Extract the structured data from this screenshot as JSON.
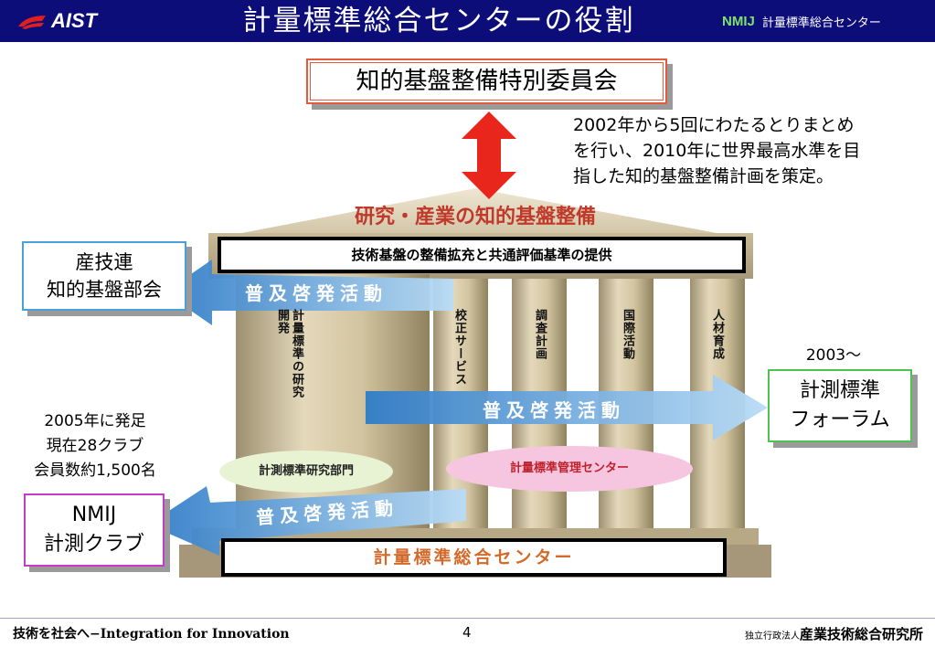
{
  "header": {
    "title": "計量標準総合センターの役割",
    "logo_left": "AIST",
    "logo_right_mark": "NMIJ",
    "logo_right_label": "計量標準総合センター"
  },
  "top_box": "知的基盤整備特別委員会",
  "top_note": [
    "2002年から5回にわたるとりまとめ",
    "を行い、2010年に世界最高水準を目",
    "指した知的基盤整備計画を策定。"
  ],
  "roof_label": "研究・産業の知的基盤整備",
  "beam_label": "技術基盤の整備拡充と共通評価基準の提供",
  "columns": [
    "計量標準の研究開発",
    "校正サービス",
    "調査計画",
    "国際活動",
    "人材育成"
  ],
  "base_label": "計量標準総合センター",
  "oval_green": "計測標準研究部門",
  "oval_pink": "計量標準管理センター",
  "arrow_label": "普及啓発活動",
  "left_top_box": [
    "産技連",
    "知的基盤部会"
  ],
  "right_box_year": "2003〜",
  "right_box": [
    "計測標準",
    "フォーラム"
  ],
  "left_bottom_note": [
    "2005年に発足",
    "現在28クラブ",
    "会員数約1,500名"
  ],
  "left_bottom_box": [
    "NMIJ",
    "計測クラブ"
  ],
  "footer": {
    "left": "技術を社会へ−Integration for Innovation",
    "page": "4",
    "right_small": "独立行政法人",
    "right": "産業技術総合研究所"
  },
  "colors": {
    "header_bg": "#0d0d7a",
    "arrow_blue": "#3b8ed6",
    "red_arrow": "#e8261c",
    "pillar": "#cdbf9a"
  }
}
